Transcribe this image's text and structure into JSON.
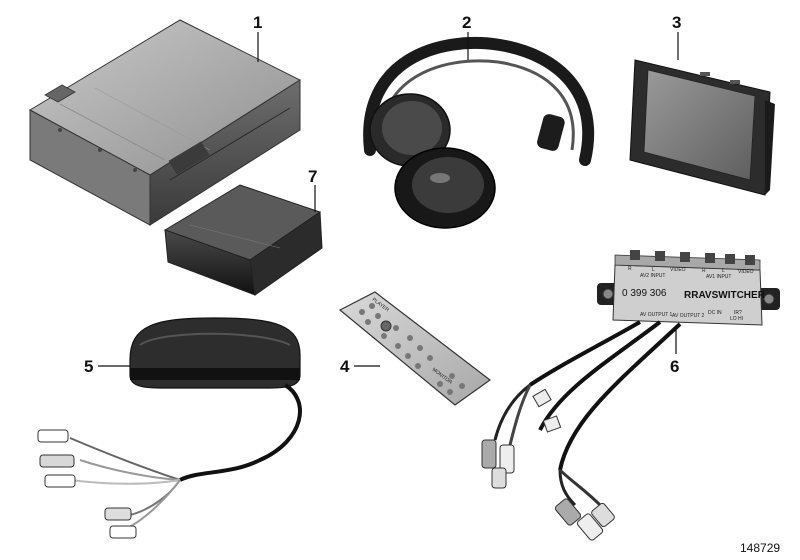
{
  "callouts": [
    "1",
    "2",
    "3",
    "4",
    "5",
    "6",
    "7"
  ],
  "reference_number": "148729",
  "remote": {
    "player_label": "PLAYER",
    "monitor_label": "MONITOR"
  },
  "switcher": {
    "part_number": "0 399 306",
    "name": "RRAVSWITCHER",
    "input_labels": [
      "R",
      "L",
      "VIDEO",
      "R",
      "L",
      "VIDEO"
    ],
    "av2_input": "AV2 INPUT",
    "av1_input": "AV1 INPUT",
    "av_output_1": "AV OUTPUT 1",
    "av_output_2": "AV OUTPUT 2",
    "dc_in": "DC IN",
    "ir_label": "IR?",
    "ir_sub": "LO HI"
  }
}
